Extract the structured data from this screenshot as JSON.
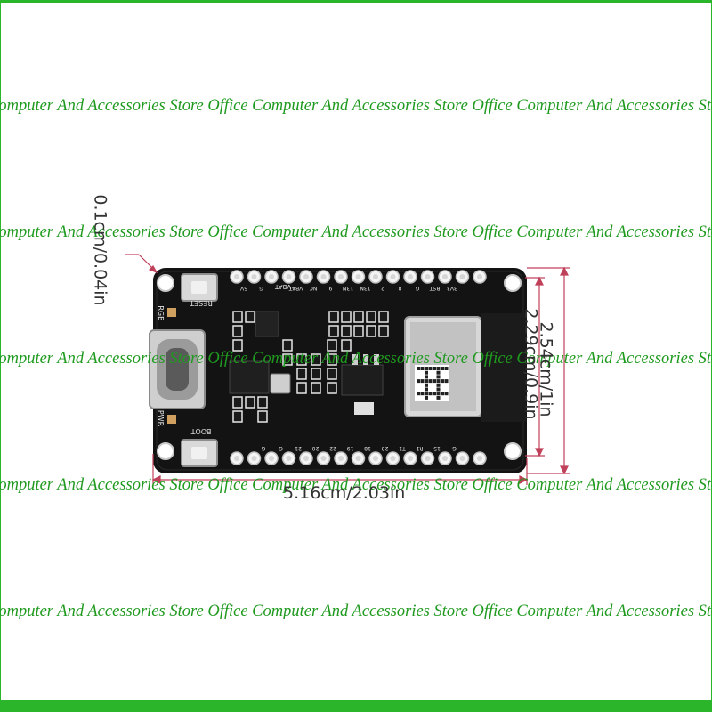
{
  "watermark": {
    "text": "Computer And Accessories Store Office Computer And Accessories Store Office Computer And Accessories Store"
  },
  "dimensions": {
    "width_label": "5.16cm/2.03in",
    "height_outer_label": "2.54cm/1in",
    "height_inner_label": "2.29cm/0.9in",
    "hole_label": "0.1cm/0.04in"
  },
  "board": {
    "silkscreen": {
      "reset": "RESET",
      "boot": "BOOT",
      "rgb": "RGB",
      "pwr": "PWR",
      "vbat": "VBAT",
      "top_pins": [
        "5V",
        "G",
        "",
        "VBAT",
        "NC",
        "9",
        "13N",
        "13N",
        "2",
        "8",
        "G",
        "RST",
        "3V3"
      ],
      "bottom_pins": [
        "G",
        "G",
        "21",
        "20",
        "22",
        "19",
        "18",
        "23",
        "T1",
        "R1",
        "15",
        "G"
      ]
    }
  },
  "colors": {
    "watermark": "#1f9a1f",
    "frame": "#2bb52b",
    "pcb": "#141414",
    "dimension_line": "#c0405a"
  }
}
